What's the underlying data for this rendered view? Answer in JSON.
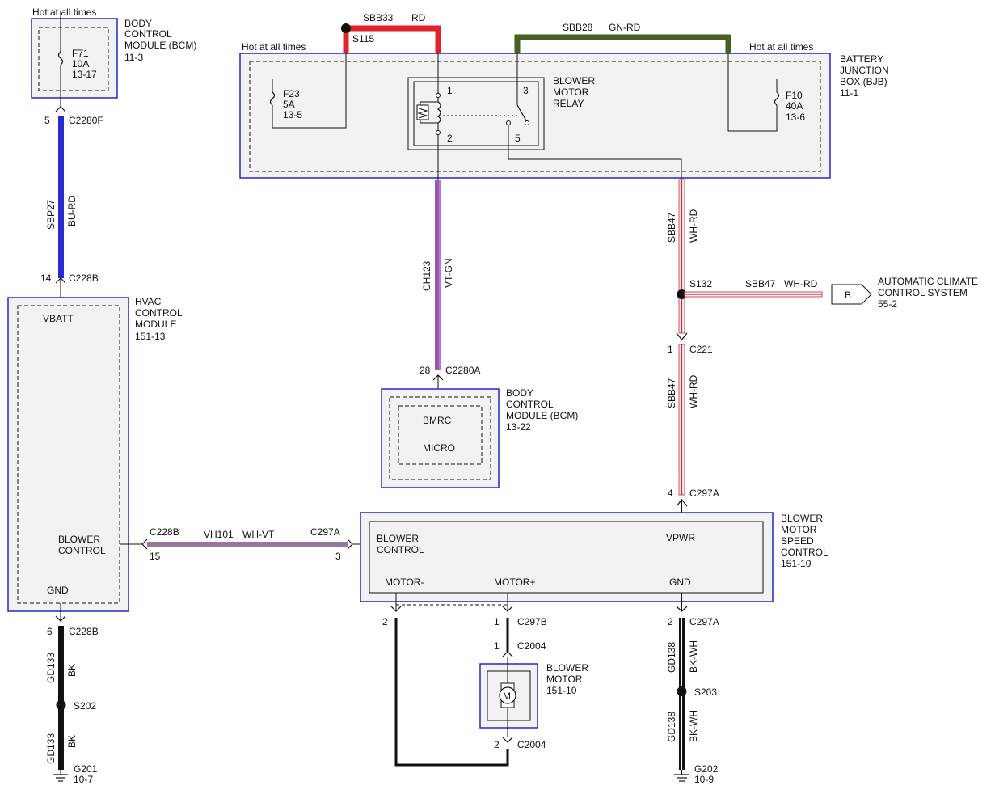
{
  "diagram": {
    "hot_at_all_times": "Hot at all times",
    "bcm_top": {
      "line1": "BODY",
      "line2": "CONTROL",
      "line3": "MODULE (BCM)",
      "page": "11-3"
    },
    "f71": {
      "name": "F71",
      "rating": "10A",
      "ref": "13-17"
    },
    "c2280f": {
      "pin": "5",
      "name": "C2280F"
    },
    "wire_sbp27": {
      "circuit": "SBP27",
      "color": "BU-RD"
    },
    "c228b_top": {
      "pin": "14",
      "name": "C228B"
    },
    "hvac": {
      "line1": "HVAC",
      "line2": "CONTROL",
      "line3": "MODULE",
      "page": "151-13",
      "vbatt": "VBATT",
      "blower1": "BLOWER",
      "blower2": "CONTROL",
      "gnd": "GND"
    },
    "c228b_mid": {
      "name": "C228B",
      "pin": "15"
    },
    "wire_vh101": {
      "circuit": "VH101",
      "color": "WH-VT"
    },
    "c297a_left": {
      "name": "C297A",
      "pin": "3"
    },
    "c228b_bot": {
      "pin": "6",
      "name": "C228B"
    },
    "wire_gd133_a": {
      "circuit": "GD133",
      "color": "BK"
    },
    "s202": "S202",
    "wire_gd133_b": {
      "circuit": "GD133",
      "color": "BK"
    },
    "g201": {
      "name": "G201",
      "page": "10-7"
    },
    "sbb33": {
      "circuit": "SBB33",
      "color": "RD"
    },
    "s115": "S115",
    "sbb28": {
      "circuit": "SBB28",
      "color": "GN-RD"
    },
    "bjb": {
      "line1": "BATTERY",
      "line2": "JUNCTION",
      "line3": "BOX (BJB)",
      "page": "11-1"
    },
    "f23": {
      "name": "F23",
      "rating": "5A",
      "ref": "13-5"
    },
    "f10": {
      "name": "F10",
      "rating": "40A",
      "ref": "13-6"
    },
    "relay": {
      "line1": "BLOWER",
      "line2": "MOTOR",
      "line3": "RELAY",
      "p1": "1",
      "p2": "2",
      "p3": "3",
      "p5": "5"
    },
    "wire_ch123": {
      "circuit": "CH123",
      "color": "VT-GN"
    },
    "c2280a": {
      "pin": "28",
      "name": "C2280A"
    },
    "bcm_mid": {
      "line1": "BODY",
      "line2": "CONTROL",
      "line3": "MODULE (BCM)",
      "page": "13-22",
      "bmrc": "BMRC",
      "micro": "MICRO"
    },
    "wire_sbb47_a": {
      "circuit": "SBB47",
      "color": "WH-RD"
    },
    "s132": "S132",
    "wire_sbb47_h": {
      "circuit": "SBB47",
      "color": "WH-RD"
    },
    "arrow_b": "B",
    "acc": {
      "line1": "AUTOMATIC CLIMATE",
      "line2": "CONTROL SYSTEM",
      "page": "55-2"
    },
    "c221": {
      "pin": "1",
      "name": "C221"
    },
    "wire_sbb47_b": {
      "circuit": "SBB47",
      "color": "WH-RD"
    },
    "c297a_top": {
      "pin": "4",
      "name": "C297A"
    },
    "bmsc": {
      "line1": "BLOWER",
      "line2": "MOTOR",
      "line3": "SPEED",
      "line4": "CONTROL",
      "page": "151-10",
      "blower1": "BLOWER",
      "blower2": "CONTROL",
      "vpwr": "VPWR",
      "motor_neg": "MOTOR-",
      "motor_pos": "MOTOR+",
      "gnd": "GND"
    },
    "pin_motor_neg": "2",
    "c297b": {
      "pin": "1",
      "name": "C297B"
    },
    "c2004_top": {
      "pin": "1",
      "name": "C2004"
    },
    "blower_motor": {
      "line1": "BLOWER",
      "line2": "MOTOR",
      "page": "151-10",
      "symbol": "M"
    },
    "c2004_bot": {
      "pin": "2",
      "name": "C2004"
    },
    "c297a_bot": {
      "pin": "2",
      "name": "C297A"
    },
    "wire_gd138_a": {
      "circuit": "GD138",
      "color": "BK-WH"
    },
    "s203": "S203",
    "wire_gd138_b": {
      "circuit": "GD138",
      "color": "BK-WH"
    },
    "g202": {
      "name": "G202",
      "page": "10-9"
    },
    "colors": {
      "module_border": "#2626c8",
      "wire_red": "#e0222a",
      "wire_green": "#2e6b1e",
      "wire_blue": "#2a2ad0",
      "wire_black": "#111111",
      "wire_pink": "#d08090",
      "module_fill": "#f2f2f2"
    }
  }
}
